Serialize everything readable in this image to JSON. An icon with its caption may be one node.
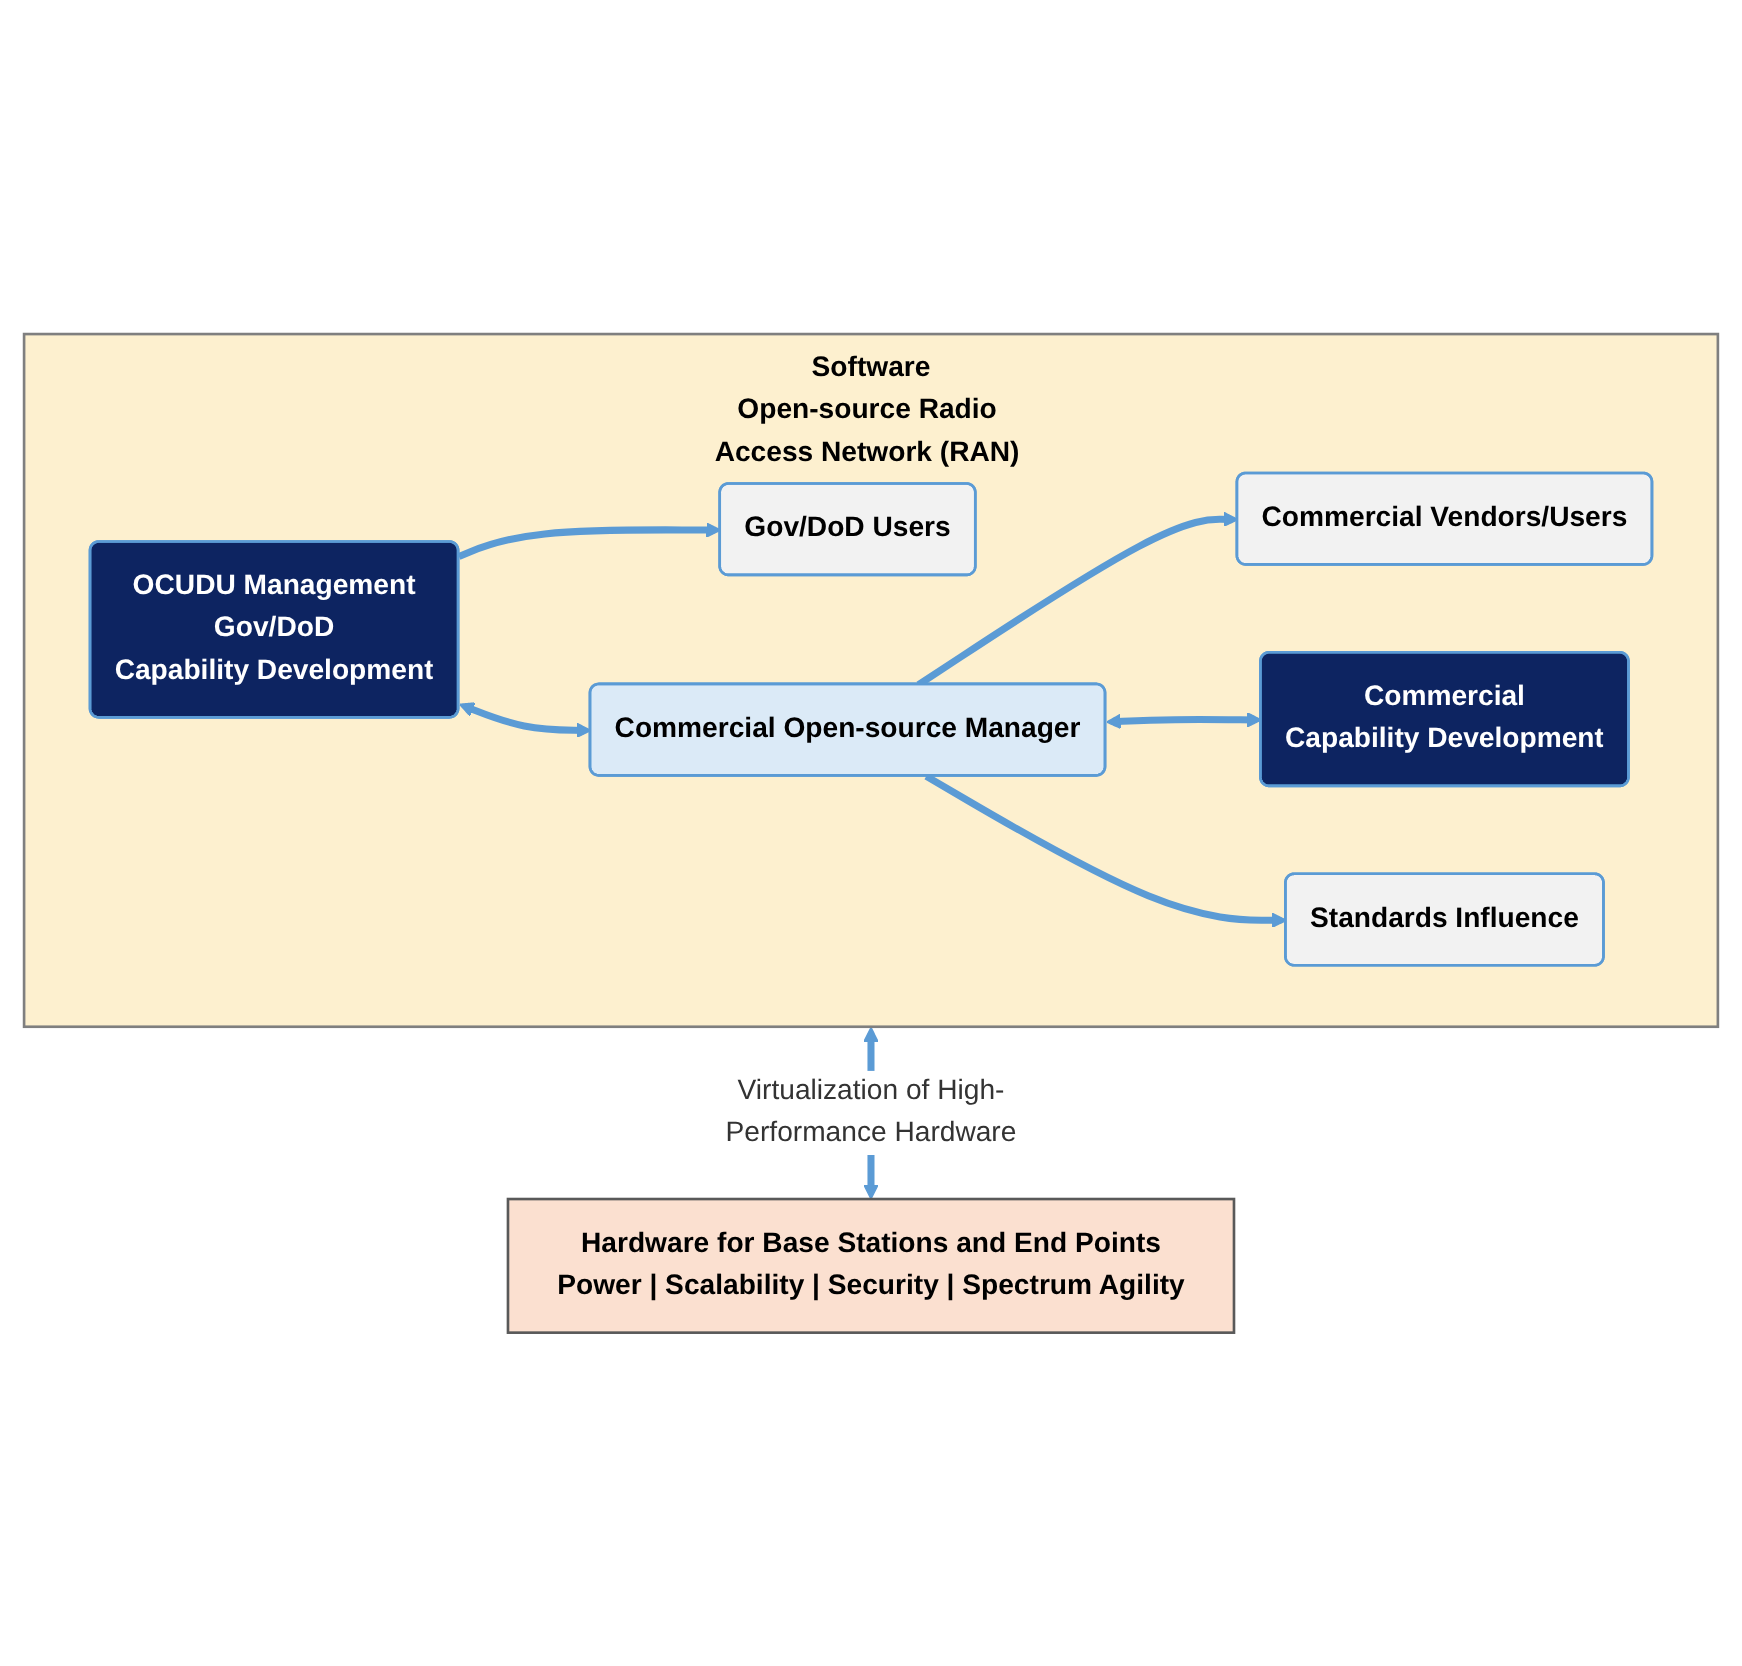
{
  "diagram": {
    "nodes": [
      {
        "text": [
          "Software",
          "Open-source Radio Access Network (RAN) Components"
        ]
      },
      {
        "text": [
          "Gov/DoD Users"
        ],
        "in": 0
      },
      {
        "text": [
          "OCUDU Management",
          "Gov/DoD",
          "Capability Development"
        ],
        "in": 0
      },
      {
        "text": [
          "Commercial Open-source Manager"
        ],
        "in": 0
      },
      {
        "text": [
          "Commercial Vendors/Users"
        ],
        "in": 0
      },
      {
        "text": [
          "Commercial",
          "Capability Development"
        ],
        "in": 0
      },
      {
        "text": [
          "Standards Influence"
        ],
        "in": 0
      },
      {
        "text": [
          "Hardware for Base Stations and End Points",
          "Power | Scalability | Security | Spectrum Agility"
        ]
      }
    ],
    "edges": [
      {
        "from": 2,
        "to": 1,
        "arrow": "to"
      },
      {
        "from": 2,
        "to": 3,
        "arrow": "both"
      },
      {
        "from": 3,
        "to": 4,
        "arrow": "to"
      },
      {
        "from": 3,
        "to": 5,
        "arrow": "both"
      },
      {
        "from": 3,
        "to": 6,
        "arrow": "to"
      },
      {
        "from": 0,
        "to": 7,
        "arrow": "both",
        "label": "Virtualization of High-Performance Hardware"
      }
    ]
  }
}
